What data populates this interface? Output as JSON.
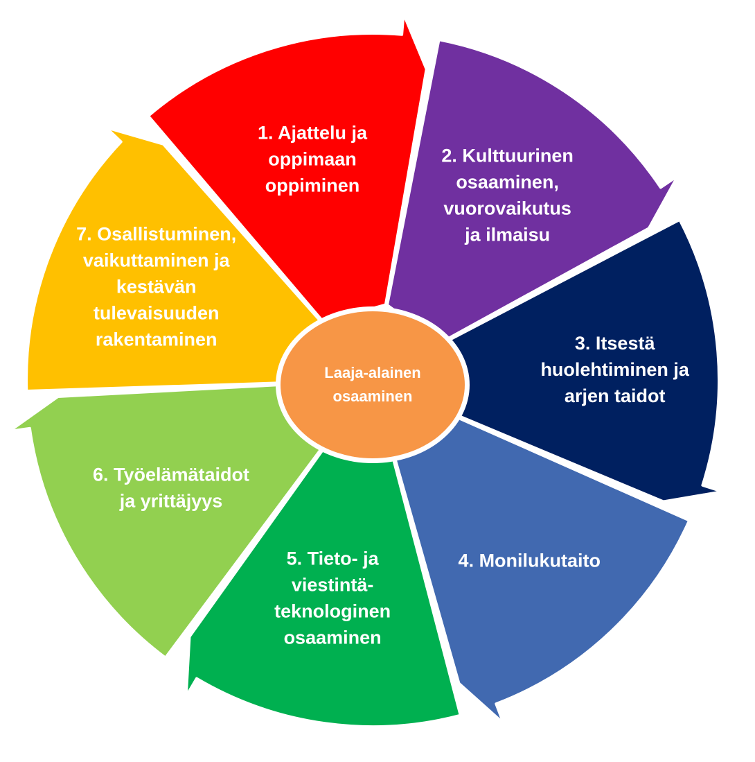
{
  "diagram": {
    "center": {
      "lines": [
        "Laaja-alainen",
        "osaaminen"
      ],
      "color": "#F79646"
    },
    "ring_color": "#E8EEF9",
    "segments": [
      {
        "lines": [
          "1.     Ajattelu ja",
          "oppimaan",
          "oppiminen"
        ],
        "color": "#FF0000"
      },
      {
        "lines": [
          "2. Kulttuurinen",
          "osaaminen,",
          "vuorovaikutus",
          "ja ilmaisu"
        ],
        "color": "#7030A0"
      },
      {
        "lines": [
          "3. Itsestä",
          "huolehtiminen ja",
          "arjen taidot"
        ],
        "color": "#002060"
      },
      {
        "lines": [
          "4. Monilukutaito"
        ],
        "color": "#4169B0"
      },
      {
        "lines": [
          "5. Tieto- ja",
          "viestintä-",
          "teknologinen",
          "osaaminen"
        ],
        "color": "#00B050"
      },
      {
        "lines": [
          "6. Työelämätaidot",
          "ja yrittäjyys"
        ],
        "color": "#92D050"
      },
      {
        "lines": [
          "7. Osallistuminen,",
          "vaikuttaminen ja",
          "kestävän",
          "tulevaisuuden",
          "rakentaminen"
        ],
        "color": "#FFC000"
      }
    ]
  }
}
